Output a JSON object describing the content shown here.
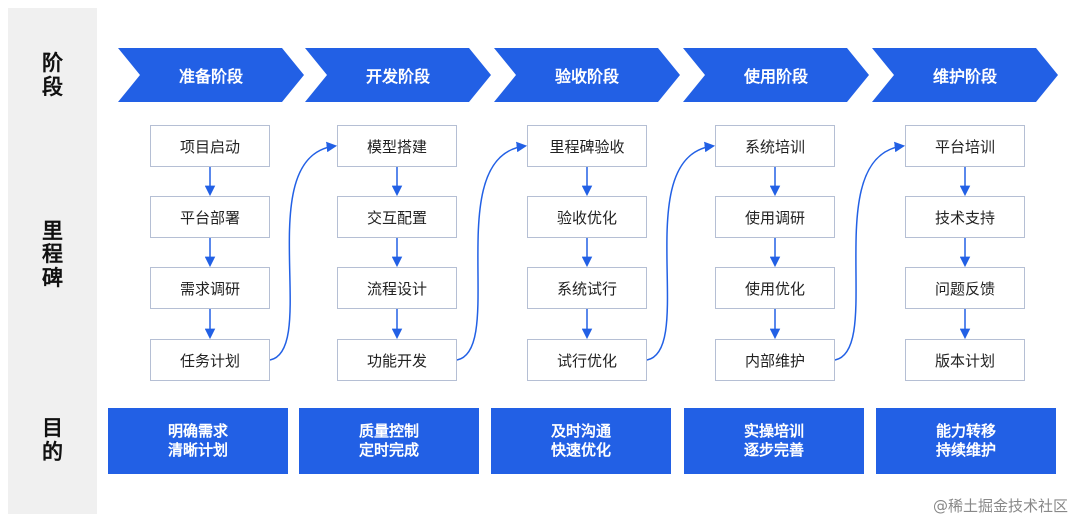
{
  "row_labels": {
    "phase": [
      "阶",
      "段"
    ],
    "milestone": [
      "里",
      "程",
      "碑"
    ],
    "goal": [
      "目",
      "的"
    ]
  },
  "phases": [
    {
      "title": "准备阶段",
      "milestones": [
        "项目启动",
        "平台部署",
        "需求调研",
        "任务计划"
      ],
      "goal": [
        "明确需求",
        "清晰计划"
      ]
    },
    {
      "title": "开发阶段",
      "milestones": [
        "模型搭建",
        "交互配置",
        "流程设计",
        "功能开发"
      ],
      "goal": [
        "质量控制",
        "定时完成"
      ]
    },
    {
      "title": "验收阶段",
      "milestones": [
        "里程碑验收",
        "验收优化",
        "系统试行",
        "试行优化"
      ],
      "goal": [
        "及时沟通",
        "快速优化"
      ]
    },
    {
      "title": "使用阶段",
      "milestones": [
        "系统培训",
        "使用调研",
        "使用优化",
        "内部维护"
      ],
      "goal": [
        "实操培训",
        "逐步完善"
      ]
    },
    {
      "title": "维护阶段",
      "milestones": [
        "平台培训",
        "技术支持",
        "问题反馈",
        "版本计划"
      ],
      "goal": [
        "能力转移",
        "持续维护"
      ]
    }
  ],
  "watermark": "@稀土掘金技术社区",
  "colors": {
    "accent": "#2260e5",
    "side_bg": "#f0f0f0",
    "box_border": "#b5bfd4"
  }
}
